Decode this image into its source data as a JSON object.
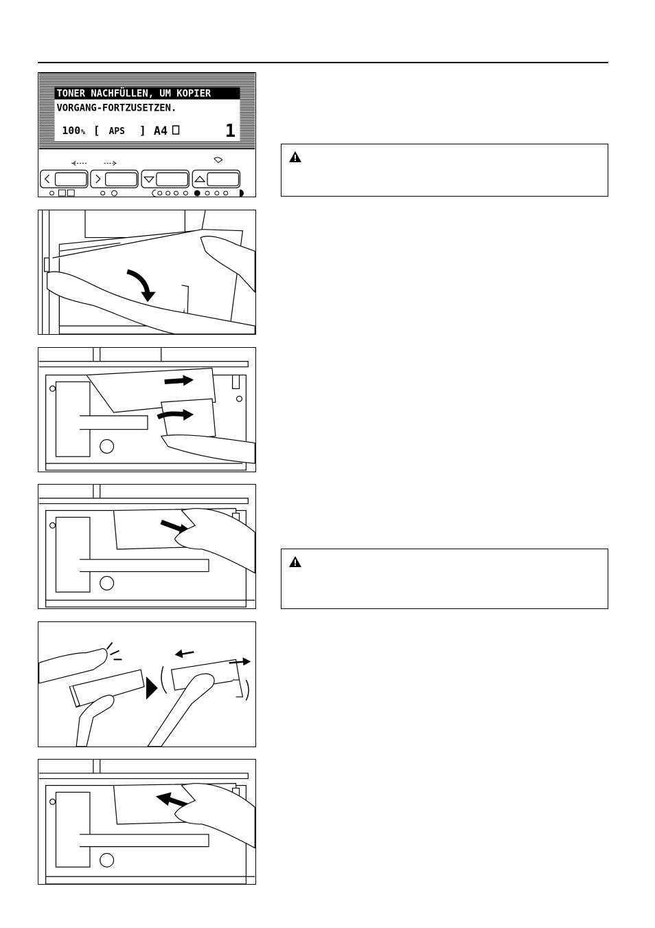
{
  "display": {
    "line1": "TONER NACHFÜLLEN, UM KOPIER",
    "line2": "VORGANG-FORTZUSETZEN.",
    "zoom": "100",
    "zoom_unit": "%",
    "paper_mode": "APS",
    "paper_size": "A4",
    "copies": "1"
  },
  "colors": {
    "ink": "#000000",
    "paper": "#ffffff"
  },
  "icons": [
    "warning-icon",
    "hand-icon",
    "arrow-left-icon",
    "arrow-right-icon",
    "arrow-down-icon",
    "arrow-up-icon"
  ]
}
